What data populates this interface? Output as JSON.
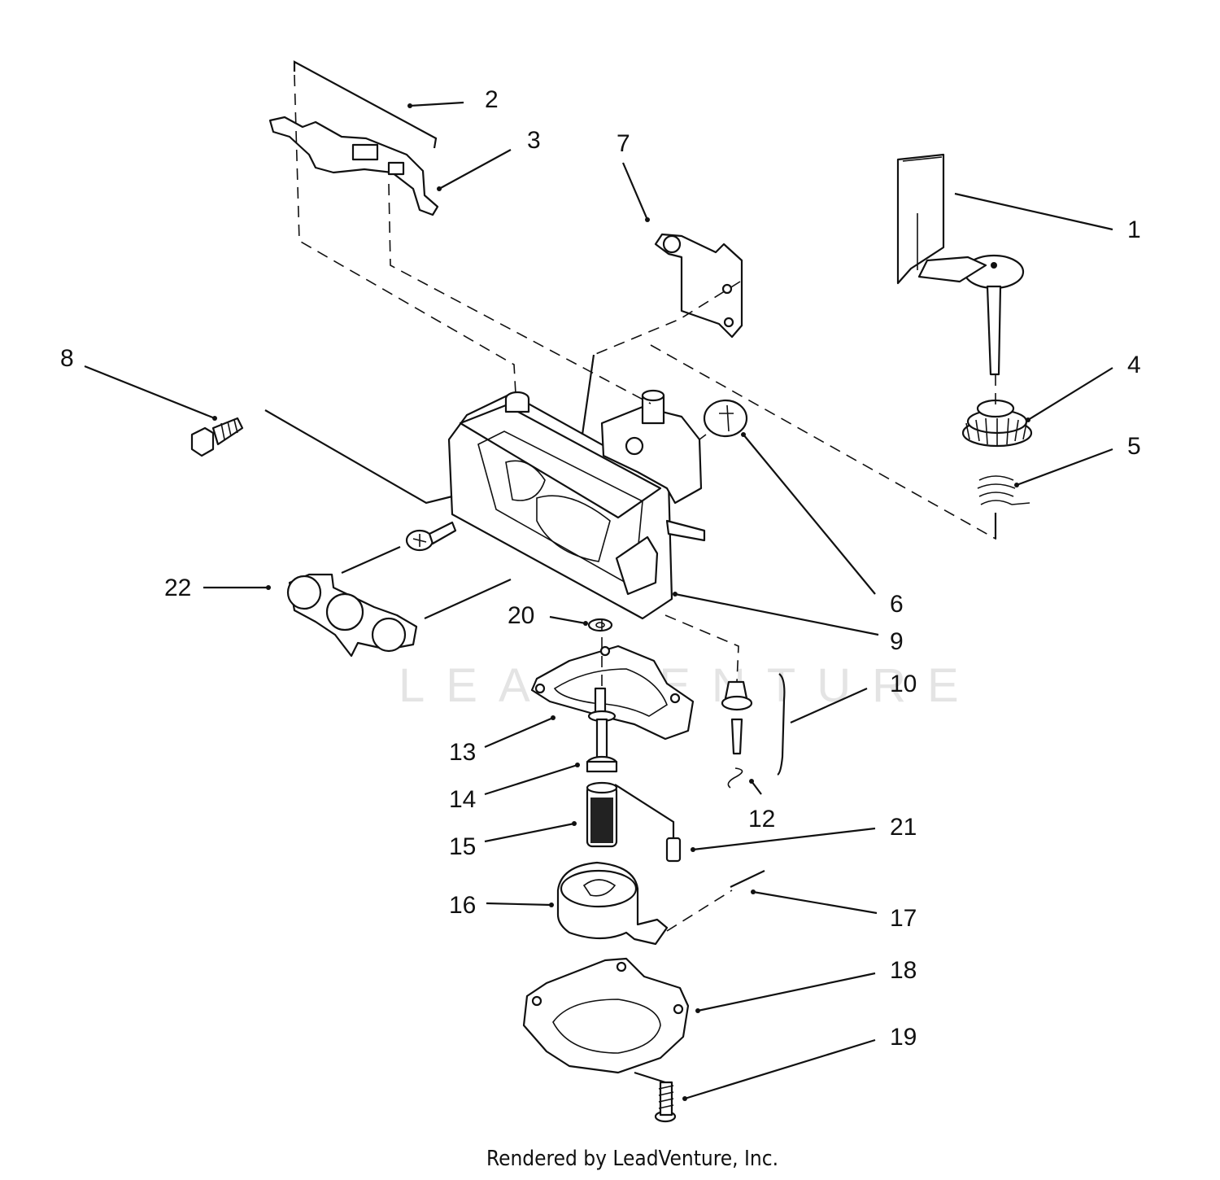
{
  "watermark": "LEADVENTURE",
  "credit": "Rendered by LeadVenture, Inc.",
  "callouts": [
    "1",
    "2",
    "3",
    "4",
    "5",
    "6",
    "7",
    "8",
    "9",
    "10",
    "12",
    "13",
    "14",
    "15",
    "16",
    "17",
    "18",
    "19",
    "20",
    "21",
    "22"
  ]
}
